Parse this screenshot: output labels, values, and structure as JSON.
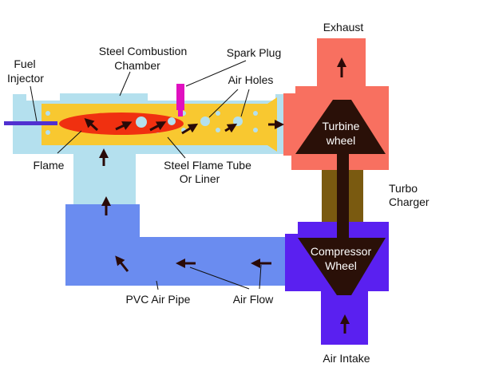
{
  "title": "Turbocharger gas turbine diagram",
  "labels": {
    "exhaust": "Exhaust",
    "spark_plug": "Spark Plug",
    "combustion_chamber_1": "Steel Combustion",
    "combustion_chamber_2": "Chamber",
    "fuel_injector_1": "Fuel",
    "fuel_injector_2": "Injector",
    "air_holes": "Air Holes",
    "flame": "Flame",
    "flame_tube_1": "Steel Flame Tube",
    "flame_tube_2": "Or Liner",
    "turbine_1": "Turbine",
    "turbine_2": "wheel",
    "turbo_1": "Turbo",
    "turbo_2": "Charger",
    "compressor_1": "Compressor",
    "compressor_2": "Wheel",
    "pvc_pipe": "PVC Air Pipe",
    "air_flow": "Air Flow",
    "air_intake": "Air Intake"
  },
  "colors": {
    "casing": "#b4e0ee",
    "liner": "#f8c830",
    "flame": "#f03010",
    "turbine_housing": "#f87060",
    "wheel": "#2a1008",
    "bearing": "#7a5a10",
    "compressor_housing": "#5a20f0",
    "pvc": "#6a8cf0",
    "spark_plug": "#e010c0",
    "injector": "#5030d0"
  }
}
